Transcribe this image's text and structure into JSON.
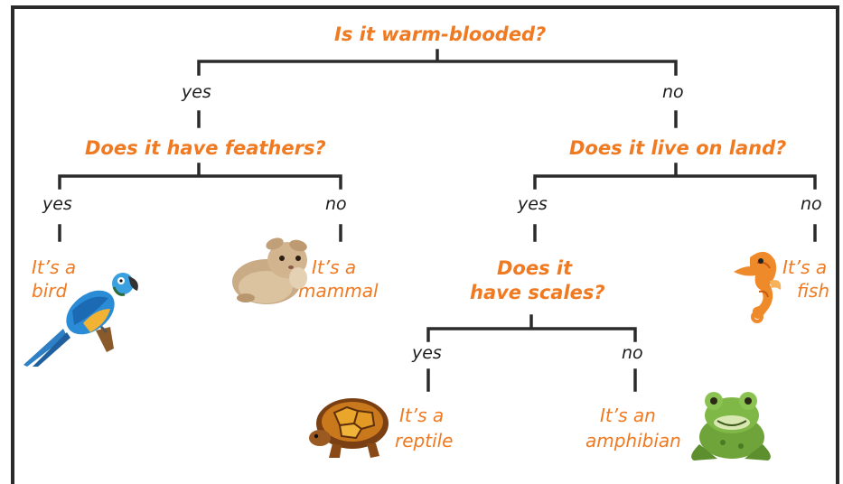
{
  "root_question": "Is it warm-blooded?",
  "warm": {
    "branch": "yes",
    "question": "Does it have feathers?",
    "yes_branch": "yes",
    "yes_result": [
      "It’s a",
      "bird"
    ],
    "no_branch": "no",
    "no_result": [
      "It’s a",
      "mammal"
    ]
  },
  "cold": {
    "branch": "no",
    "question": "Does it live on land?",
    "yes_branch": "yes",
    "scales_question": [
      "Does it",
      "have scales?"
    ],
    "scales_yes_branch": "yes",
    "scales_yes_result": [
      "It’s a",
      "reptile"
    ],
    "scales_no_branch": "no",
    "scales_no_result": [
      "It’s an",
      "amphibian"
    ],
    "no_branch": "no",
    "no_result": [
      "It’s a",
      "fish"
    ]
  },
  "colors": {
    "question": "#ef7a22",
    "answer": "#1c1c1c",
    "line": "#2b2b2b"
  },
  "icons": [
    "parrot-icon",
    "rabbit-icon",
    "seahorse-icon",
    "turtle-icon",
    "frog-icon"
  ]
}
